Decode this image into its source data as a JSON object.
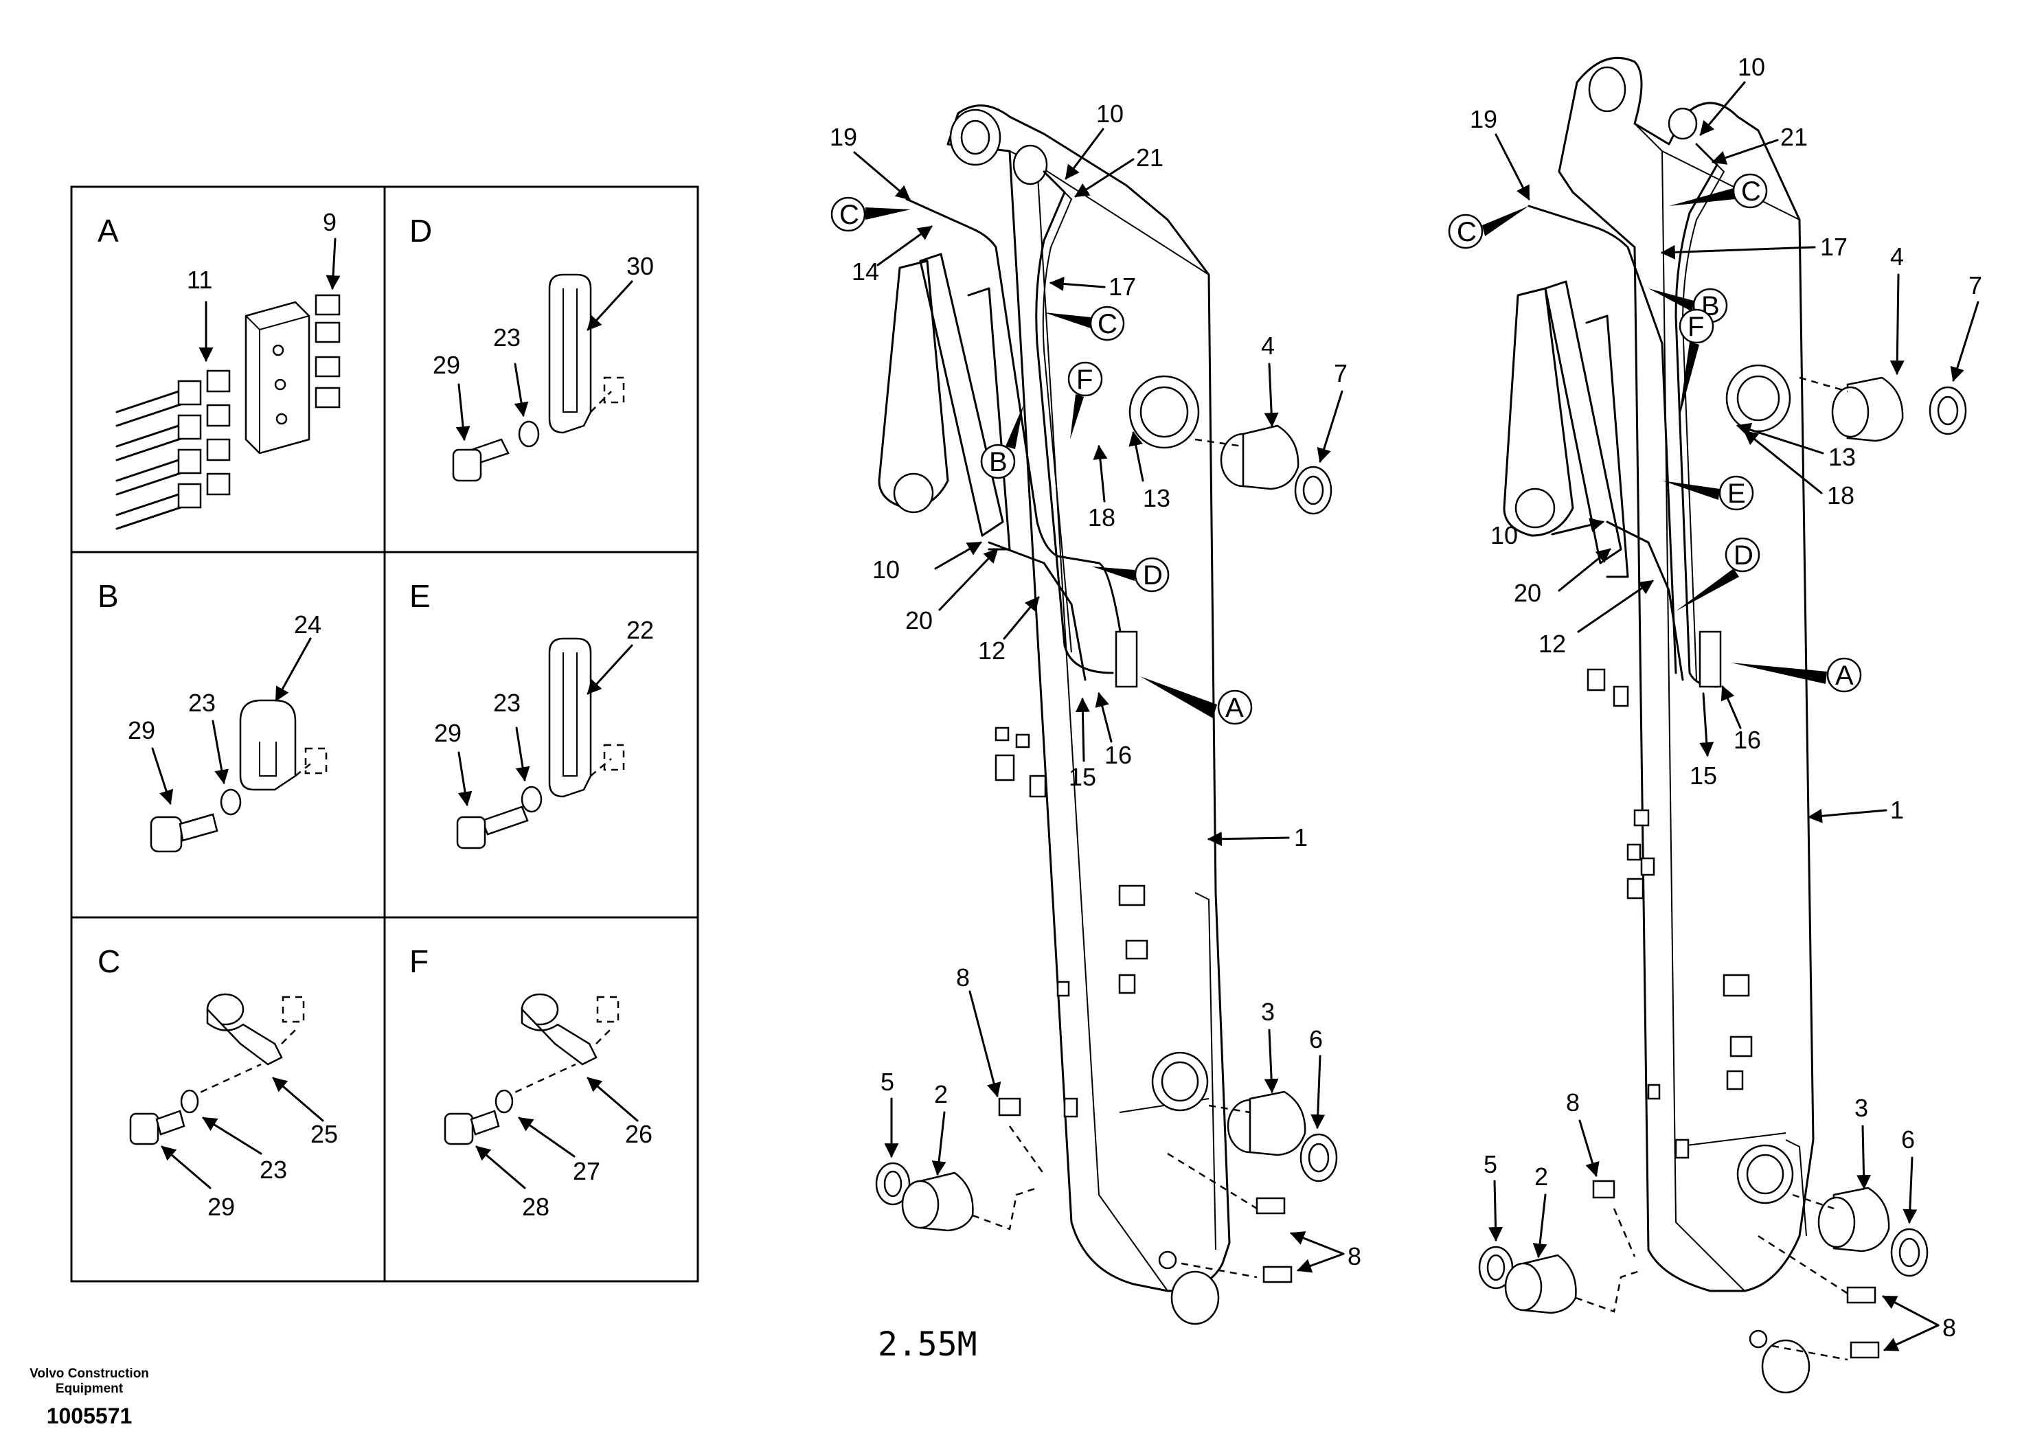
{
  "legend": {
    "cells": [
      {
        "letter": "A",
        "parts": [
          "9",
          "11"
        ]
      },
      {
        "letter": "D",
        "parts": [
          "30",
          "23",
          "29"
        ]
      },
      {
        "letter": "B",
        "parts": [
          "24",
          "23",
          "29"
        ]
      },
      {
        "letter": "E",
        "parts": [
          "22",
          "23",
          "29"
        ]
      },
      {
        "letter": "C",
        "parts": [
          "25",
          "23",
          "29"
        ]
      },
      {
        "letter": "F",
        "parts": [
          "26",
          "27",
          "28"
        ]
      }
    ]
  },
  "left_arm": {
    "scale_label": "2.55M",
    "callouts": [
      "A",
      "B",
      "C",
      "C",
      "D",
      "F"
    ],
    "parts": [
      "1",
      "2",
      "3",
      "4",
      "5",
      "6",
      "7",
      "8",
      "8",
      "10",
      "10",
      "12",
      "13",
      "14",
      "15",
      "16",
      "17",
      "18",
      "19",
      "20",
      "21"
    ]
  },
  "right_arm": {
    "callouts": [
      "A",
      "B",
      "C",
      "C",
      "D",
      "E",
      "F"
    ],
    "parts": [
      "1",
      "2",
      "3",
      "4",
      "5",
      "6",
      "7",
      "8",
      "8",
      "10",
      "10",
      "12",
      "13",
      "15",
      "16",
      "17",
      "18",
      "19",
      "20",
      "21"
    ]
  },
  "footer": {
    "company_line1": "Volvo Construction",
    "company_line2": "Equipment",
    "doc_number": "1005571"
  }
}
